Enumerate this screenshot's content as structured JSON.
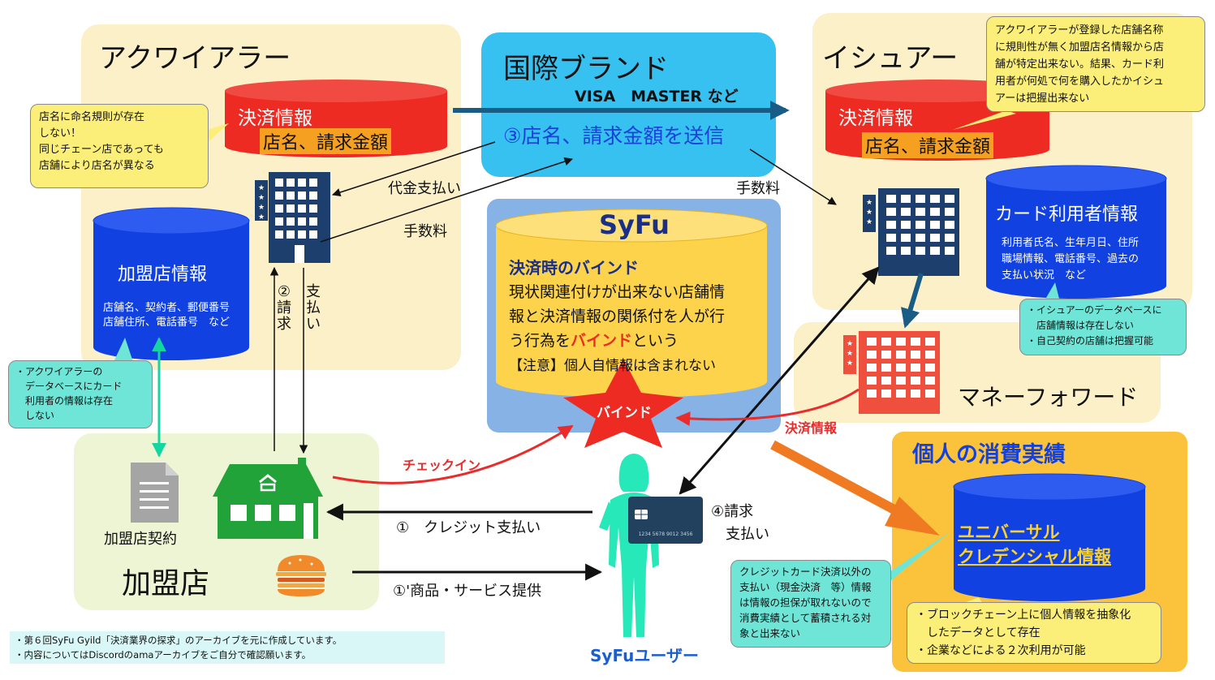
{
  "acquirer": {
    "title": "アクワイアラー",
    "payment_db_title": "決済情報",
    "payment_db_fields": "店名、請求金額",
    "merchant_db_title": "加盟店情報",
    "merchant_db_line1": "店舗名、契約者、郵便番号",
    "merchant_db_line2": "店舗住所、電話番号　など",
    "note_lines": [
      "店名に命名規則が存在",
      "しない！",
      "同じチェーン店であっても",
      "店舗により店名が異なる"
    ],
    "db_note_lines": [
      "・アクワイアラーの",
      "　データベースにカード",
      "　利用者の情報は存在",
      "　しない"
    ]
  },
  "brand": {
    "title": "国際ブランド",
    "subtitle": "VISA　MASTER など",
    "step3": "③店名、請求金額を送信"
  },
  "issuer": {
    "title": "イシュアー",
    "payment_db_title": "決済情報",
    "payment_db_fields": "店名、請求金額",
    "card_db_title": "カード利用者情報",
    "card_db_line1": "利用者氏名、生年月日、住所",
    "card_db_line2": "職場情報、電話番号、過去の",
    "card_db_line3": "支払い状況　など",
    "note_lines": [
      "アクワイアラーが登録した店舗名称",
      "に規則性が無く加盟店名情報から店",
      "舗が特定出来ない。結果、カード利",
      "用者が何処で何を購入したかイシュ",
      "アーは把握出来ない"
    ],
    "db_note_lines": [
      "・イシュアーのデータベースに",
      "　店舗情報は存在しない",
      "・自己契約の店舗は把握可能"
    ]
  },
  "syfu": {
    "title": "SyFu",
    "bind_heading": "決済時のバインド",
    "bind_line1": "現状関連付けが出来ない店舗情",
    "bind_line2": "報と決済情報の関係付を人が行",
    "bind_line3_pre": "う行為を",
    "bind_line3_em": "バインド",
    "bind_line3_post": "という",
    "bind_caution": "【注意】個人自情報は含まれない",
    "star_label": "バインド"
  },
  "moneyforward": {
    "title": "マネーフォワード",
    "payment_info_label": "決済情報"
  },
  "personal": {
    "title": "個人の消費実績",
    "db_line1": "ユニバーサル",
    "db_line2": "クレデンシャル情報",
    "note_lines": [
      "・ブロックチェーン上に個人情報を抽象化",
      "　したデータとして存在",
      "・企業などによる２次利用が可能"
    ]
  },
  "merchant": {
    "title": "加盟店",
    "contract_label": "加盟店契約"
  },
  "flows": {
    "payment": "代金支払い",
    "fee_left": "手数料",
    "fee_right": "手数料",
    "step2_a": "②",
    "step2_b": "請",
    "step2_c": "求",
    "pay_a": "支",
    "pay_b": "払",
    "pay_c": "い",
    "checkin": "チェックイン",
    "credit_payment": "①　クレジット支払い",
    "goods_service": "①'商品・サービス提供",
    "step4_a": "④請求",
    "step4_b": "支払い"
  },
  "user": {
    "label": "SyFuユーザー",
    "card_number": "1234 5678 9012 3456"
  },
  "cash_note_lines": [
    "クレジットカード決済以外の",
    "支払い（現金決済　等）情報",
    "は情報の担保が取れないので",
    "消費実績として蓄積される対",
    "象と出来ない"
  ],
  "footer": {
    "line1": "・第６回SyFu Gyild「決済業界の探求」のアーカイブを元に作成しています。",
    "line2": "・内容についてはDiscordのamaアーカイブをご自分で確認願います。"
  },
  "colors": {
    "panel_cream": "#fcf0c8",
    "panel_green": "#eef5d5",
    "brand_blue": "#36c1f0",
    "syfu_panel": "#86b2e6",
    "syfu_cyl": "#fcd34a",
    "red_db": "#ee2b22",
    "blue_db": "#1141e0",
    "building_blue": "#1d3f6d",
    "building_red": "#ef4f3d",
    "store_green": "#21a33a",
    "user_teal": "#26e8b8",
    "personal_orange": "#fbc33c",
    "arrow_blue": "#195c86",
    "arrow_red": "#e82b2b",
    "arrow_orange": "#f07a22",
    "arrow_green": "#14d6a0"
  }
}
